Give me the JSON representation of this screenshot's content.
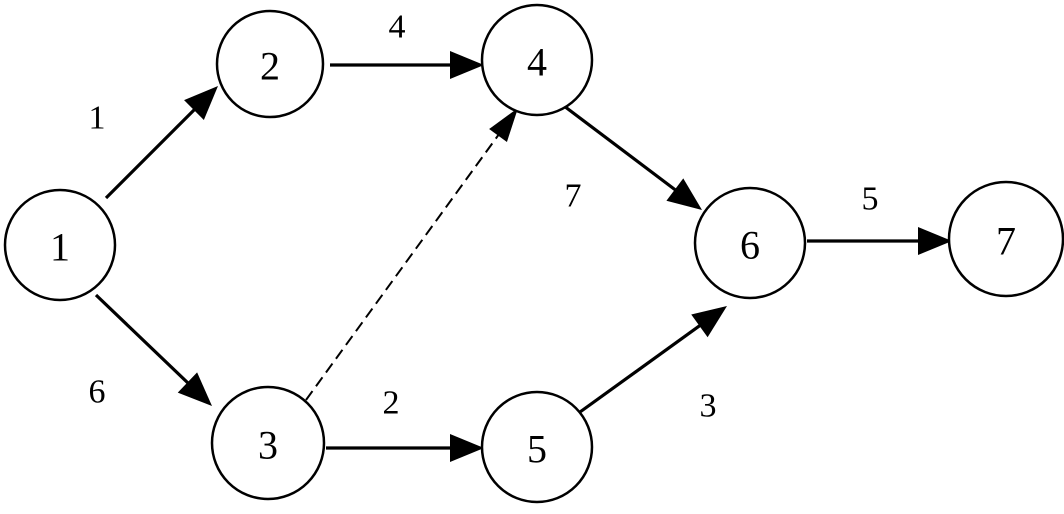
{
  "diagram": {
    "colors": {
      "stroke": "#000000",
      "fill": "#ffffff",
      "text": "#000000"
    },
    "nodes": [
      {
        "id": "1",
        "label": "1"
      },
      {
        "id": "2",
        "label": "2"
      },
      {
        "id": "3",
        "label": "3"
      },
      {
        "id": "4",
        "label": "4"
      },
      {
        "id": "5",
        "label": "5"
      },
      {
        "id": "6",
        "label": "6"
      },
      {
        "id": "7",
        "label": "7"
      }
    ],
    "edges": [
      {
        "from": "1",
        "to": "2",
        "weight": "1",
        "style": "solid"
      },
      {
        "from": "1",
        "to": "3",
        "weight": "6",
        "style": "solid"
      },
      {
        "from": "2",
        "to": "4",
        "weight": "4",
        "style": "solid"
      },
      {
        "from": "3",
        "to": "4",
        "weight": "",
        "style": "dashed"
      },
      {
        "from": "3",
        "to": "5",
        "weight": "2",
        "style": "solid"
      },
      {
        "from": "4",
        "to": "6",
        "weight": "7",
        "style": "solid"
      },
      {
        "from": "5",
        "to": "6",
        "weight": "3",
        "style": "solid"
      },
      {
        "from": "6",
        "to": "7",
        "weight": "5",
        "style": "solid"
      }
    ]
  }
}
